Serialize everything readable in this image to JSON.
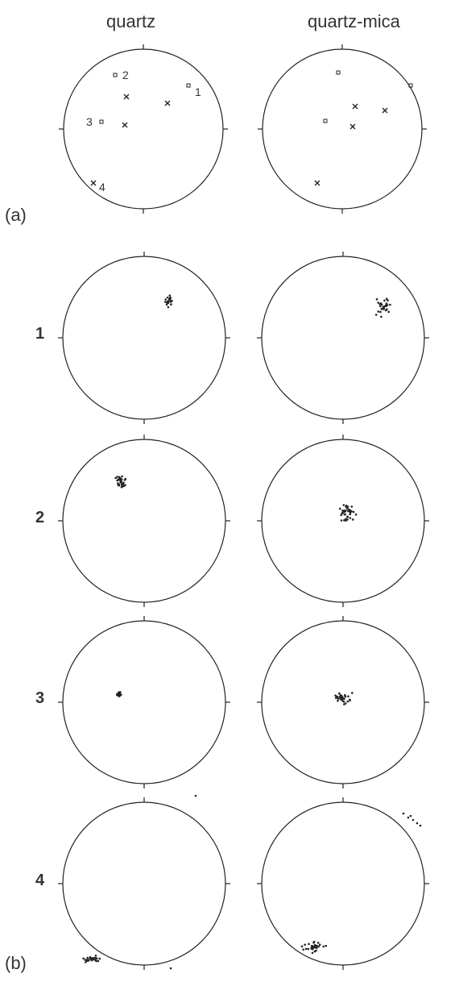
{
  "headers": {
    "left": "quartz",
    "right": "quartz-mica"
  },
  "panel_labels": {
    "a": "(a)",
    "b": "(b)"
  },
  "row_labels": [
    "1",
    "2",
    "3",
    "4"
  ],
  "colors": {
    "ink": "#222222"
  }
}
